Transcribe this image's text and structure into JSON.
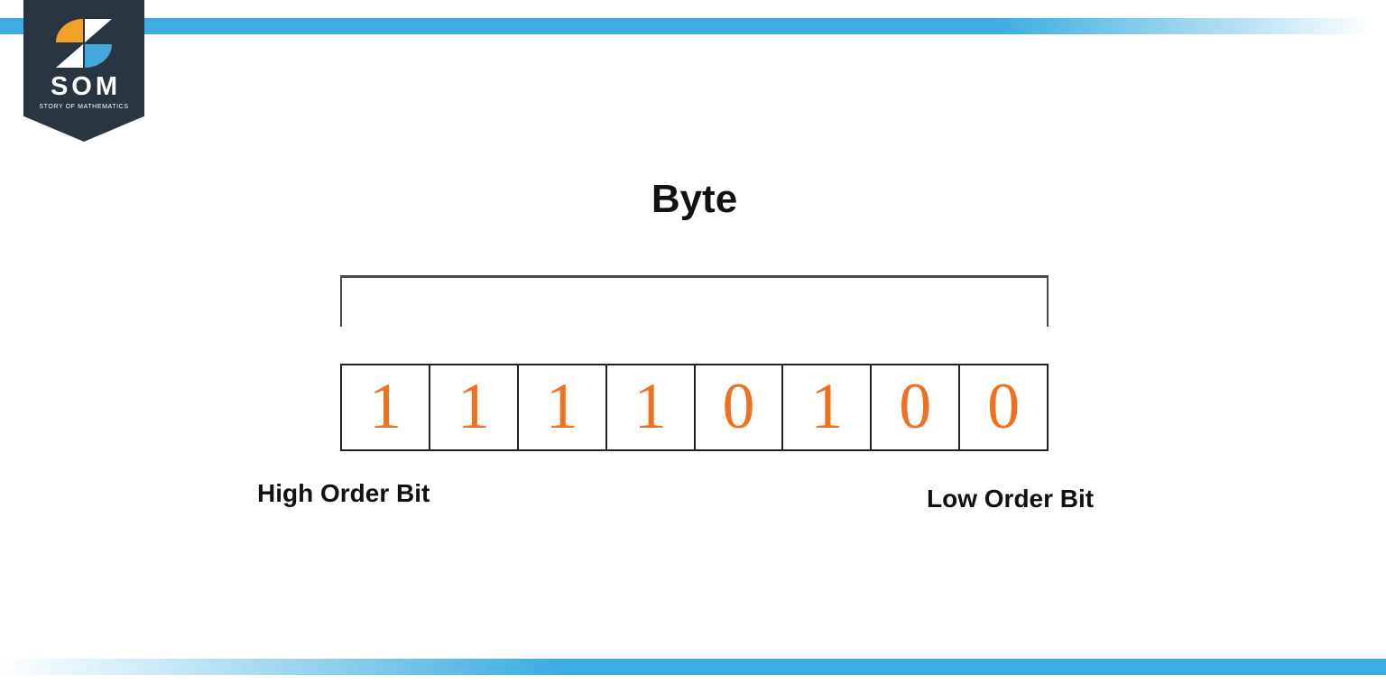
{
  "logo": {
    "word": "SOM",
    "subtext": "STORY OF MATHEMATICS"
  },
  "diagram": {
    "title": "Byte",
    "bits": [
      "1",
      "1",
      "1",
      "1",
      "0",
      "1",
      "0",
      "0"
    ],
    "label_left": "High Order Bit",
    "label_right": "Low Order Bit"
  },
  "colors": {
    "stripe_blue": "#3daddf",
    "badge_navy": "#293540",
    "logo_orange": "#f3a229",
    "logo_blue": "#41a9dc",
    "bit_orange": "#f26f1d",
    "line_gray": "#4a4a4a",
    "text_black": "#111111"
  }
}
